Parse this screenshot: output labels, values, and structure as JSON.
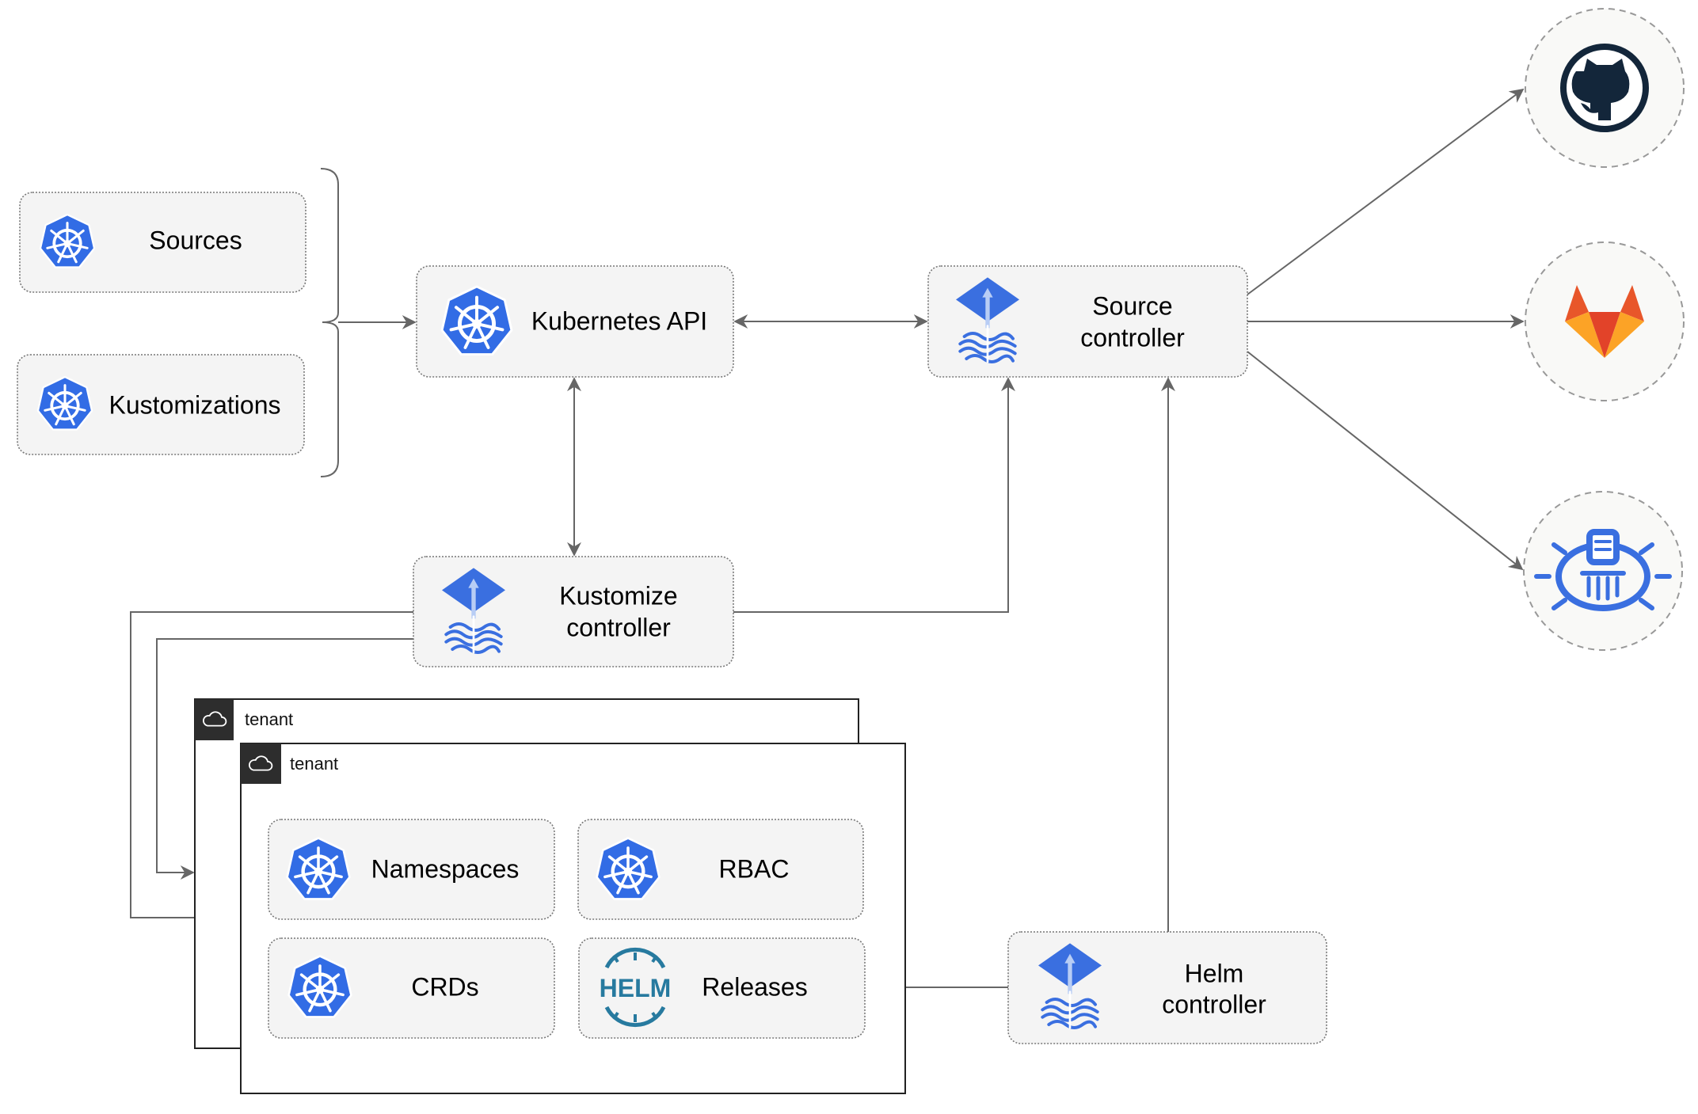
{
  "nodes": {
    "sources": "Sources",
    "kustomizations": "Kustomizations",
    "kubernetes_api": "Kubernetes API",
    "source_controller": [
      "Source",
      "controller"
    ],
    "kustomize_controller": [
      "Kustomize",
      "controller"
    ],
    "helm_controller": [
      "Helm",
      "controller"
    ],
    "namespaces": "Namespaces",
    "rbac": "RBAC",
    "crds": "CRDs",
    "releases": "Releases",
    "helm_logo_text": "HELM"
  },
  "tenants": [
    "tenant",
    "tenant"
  ],
  "external_sources": [
    {
      "icon": "github-icon"
    },
    {
      "icon": "gitlab-icon"
    },
    {
      "icon": "storage-bucket-icon"
    }
  ],
  "colors": {
    "k8s_blue": "#326ce5",
    "flux_blue": "#3a6fe0",
    "helm": "#277a9f",
    "github": "#13263a",
    "gitlab_red": "#e8562a",
    "gitlab_orange": "#fca326",
    "edge": "#666666"
  }
}
